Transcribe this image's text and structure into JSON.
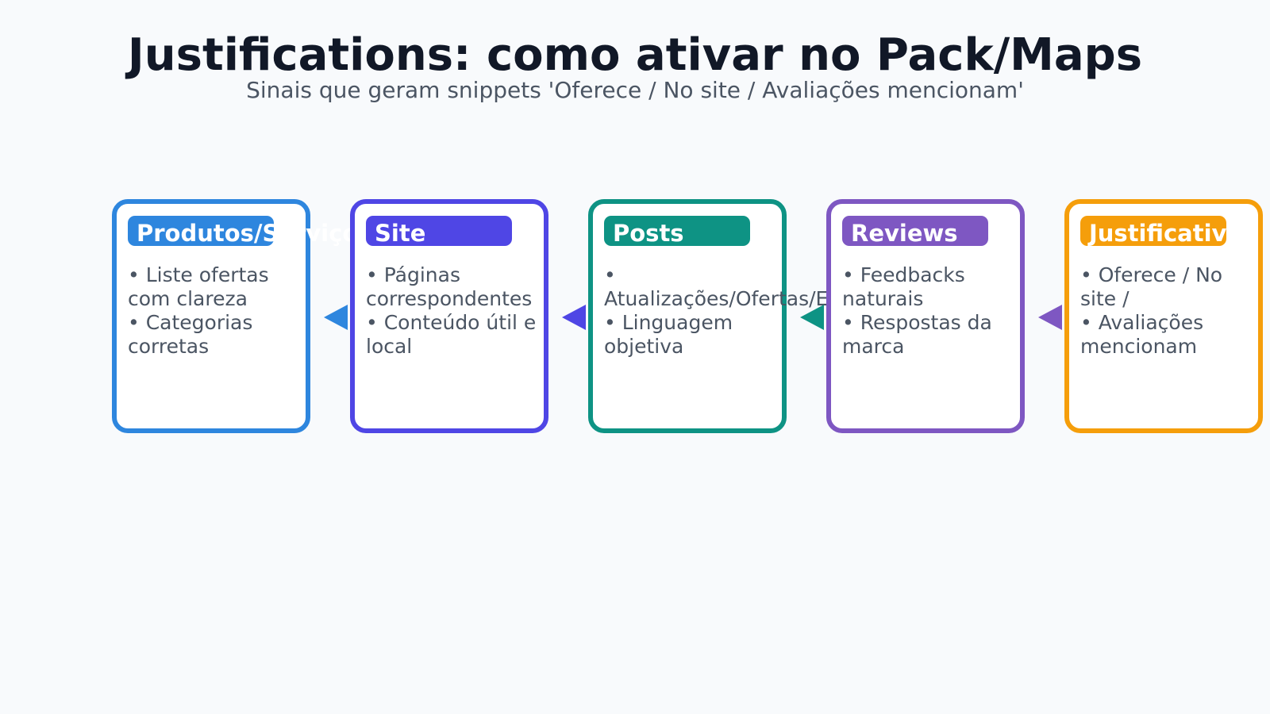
{
  "title": "Justifications: como ativar no Pack/Maps",
  "subtitle": "Sinais que geram snippets 'Oferece / No site / Avaliações mencionam'",
  "cards": [
    {
      "title": "Produtos/Serviços",
      "body": "• Liste ofertas\ncom clareza\n• Categorias\ncorretas",
      "color": "#2e86de"
    },
    {
      "title": "Site",
      "body": "• Páginas\ncorrespondentes\n• Conteúdo útil e\nlocal",
      "color": "#4f46e5"
    },
    {
      "title": "Posts",
      "body": "•\nAtualizações/Ofertas/Eventos\n• Linguagem\nobjetiva",
      "color": "#0e9384"
    },
    {
      "title": "Reviews",
      "body": "• Feedbacks\nnaturais\n• Respostas da\nmarca",
      "color": "#7e57c2"
    },
    {
      "title": "Justificativas",
      "body": "• Oferece / No\nsite /\n• Avaliações\nmencionam",
      "color": "#f59e0b"
    }
  ],
  "arrows": [
    {
      "color": "#2e86de"
    },
    {
      "color": "#4f46e5"
    },
    {
      "color": "#0e9384"
    },
    {
      "color": "#7e57c2"
    }
  ]
}
